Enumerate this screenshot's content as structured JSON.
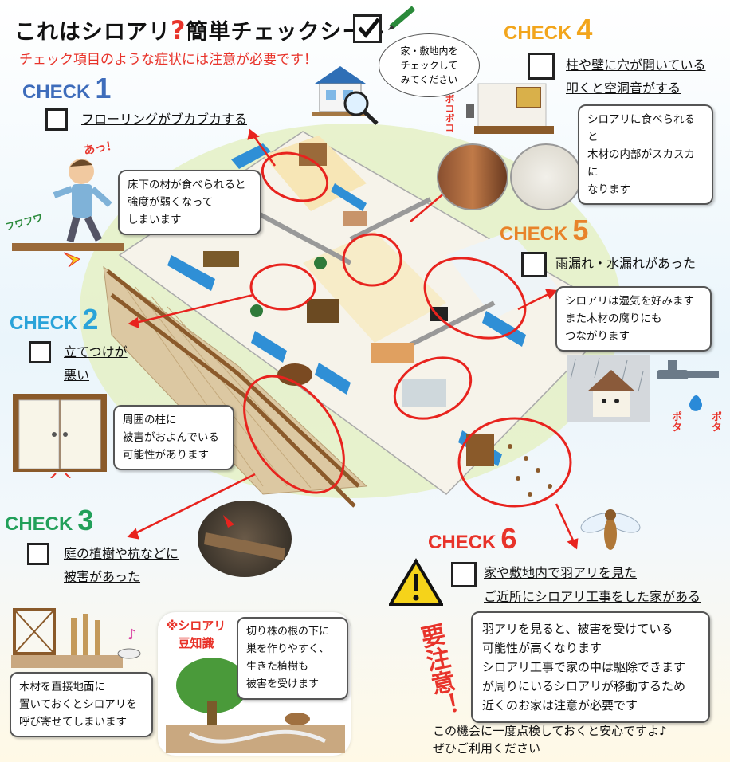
{
  "header": {
    "title_prefix": "これはシロアリ",
    "title_qmark": "?",
    "title_suffix": "簡単チェックシート",
    "subtitle": "チェック項目のような症状には注意が必要です！",
    "cloud": [
      "家・敷地内を",
      "チェックして",
      "みてください"
    ]
  },
  "checks": [
    {
      "label": "CHECK",
      "num": "1",
      "color": "#3e6cbb",
      "lines": [
        "フローリングがブカブカする"
      ],
      "bubble": [
        "床下の材が食べられると",
        "強度が弱くなって",
        "しまいます"
      ],
      "sfx": [
        "あっ！",
        "フワフワ"
      ]
    },
    {
      "label": "CHECK",
      "num": "2",
      "color": "#2aa3d9",
      "lines": [
        "立てつけが",
        "悪い"
      ],
      "bubble": [
        "周囲の柱に",
        "被害がおよんでいる",
        "可能性があります"
      ]
    },
    {
      "label": "CHECK",
      "num": "3",
      "color": "#22a05a",
      "lines": [
        "庭の植樹や杭などに",
        "被害があった"
      ],
      "bubble": [
        "木材を直接地面に",
        "置いておくとシロアリを",
        "呼び寄せてしまいます"
      ]
    },
    {
      "label": "CHECK",
      "num": "4",
      "color": "#f2a51c",
      "lines": [
        "柱や壁に穴が開いている",
        "叩くと空洞音がする"
      ],
      "bubble": [
        "シロアリに食べられると",
        "木材の内部がスカスカに",
        "なります"
      ],
      "sfx": [
        "ボコボコ"
      ]
    },
    {
      "label": "CHECK",
      "num": "5",
      "color": "#e8832a",
      "lines": [
        "雨漏れ・水漏れがあった"
      ],
      "bubble": [
        "シロアリは湿気を好みます",
        "また木材の腐りにも",
        "つながります"
      ],
      "sfx": [
        "ポタ",
        "ポタ"
      ]
    },
    {
      "label": "CHECK",
      "num": "6",
      "color": "#e8332a",
      "lines": [
        "家や敷地内で羽アリを見た",
        "ご近所にシロアリ工事をした家がある"
      ],
      "bubble": [
        "羽アリを見ると、被害を受けている",
        "可能性が高くなります",
        "シロアリ工事で家の中は駆除できます",
        "が周りにいるシロアリが移動するため",
        "近くのお家は注意が必要です"
      ]
    }
  ],
  "caution": "要注意！",
  "trivia": {
    "title": [
      "※シロアリ",
      "豆知識"
    ],
    "bubble": [
      "切り株の根の下に",
      "巣を作りやすく、",
      "生きた植樹も",
      "被害を受けます"
    ]
  },
  "footer": [
    "この機会に一度点検しておくと安心ですよ♪",
    "ぜひご利用ください"
  ],
  "colors": {
    "red": "#e8332a",
    "deck": "#d9c6a4",
    "floor": "#f5e6b8",
    "grass": "#e4f0c4"
  }
}
